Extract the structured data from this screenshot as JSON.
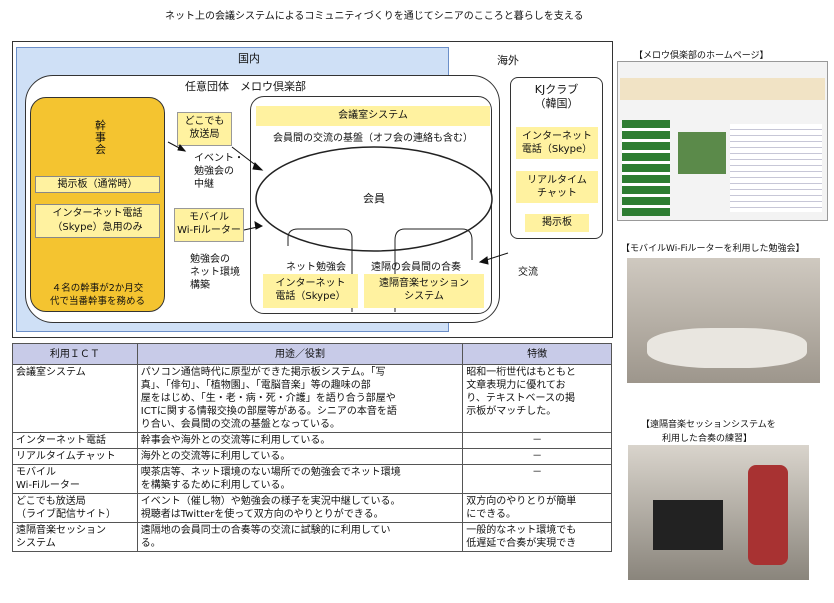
{
  "title": "ネット上の会議システムによるコミュニティづくりを通じてシニアのこころと暮らしを支える",
  "diagram": {
    "domestic": "国内",
    "overseas": "海外",
    "org_label": "任意団体　メロウ倶楽部",
    "secretariat": "幹\n事\n会",
    "secretariat_bbs": "掲示板（通常時）",
    "secretariat_phone_l1": "インターネット電話",
    "secretariat_phone_l2": "（Skype）急用のみ",
    "secretariat_note_l1": "４名の幹事が2か月交",
    "secretariat_note_l2": "代で当番幹事を務める",
    "broadcast_l1": "どこでも",
    "broadcast_l2": "放送局",
    "event_l1": "イベント・",
    "event_l2": "勉強会の",
    "event_l3": "中継",
    "wifi_l1": "モバイル",
    "wifi_l2": "Wi-Fiルーター",
    "study_env_l1": "勉強会の",
    "study_env_l2": "ネット環境",
    "study_env_l3": "構築",
    "meeting_system": "会議室システム",
    "foundation": "会員間の交流の基盤（オフ会の連絡も含む）",
    "members": "会員",
    "net_study": "ネット勉強会",
    "net_study_phone_l1": "インターネット",
    "net_study_phone_l2": "電話（Skype）",
    "remote_music": "遠隔の会員間の合奏",
    "remote_music_sys_l1": "遠隔音楽セッション",
    "remote_music_sys_l2": "システム",
    "kj_l1": "KJクラブ",
    "kj_l2": "（韓国）",
    "kj_phone_l1": "インターネット",
    "kj_phone_l2": "電話（Skype）",
    "kj_chat_l1": "リアルタイム",
    "kj_chat_l2": "チャット",
    "kj_bbs": "掲示板",
    "exchange": "交流"
  },
  "table": {
    "headers": [
      "利用ＩＣＴ",
      "用途／役割",
      "特徴"
    ],
    "rows": [
      {
        "ict": [
          "会議室システム"
        ],
        "use": [
          "パソコン通信時代に原型ができた掲示板システム。「写",
          "真」、「俳句」、「植物園」、「電脳音楽」等の趣味の部",
          "屋をはじめ、「生・老・病・死・介護」を語り合う部屋や",
          "ICTに関する情報交換の部屋等がある。シニアの本音を語",
          "り合い、会員間の交流の基盤となっている。"
        ],
        "feature": [
          "昭和一桁世代はもともと",
          "文章表現力に優れてお",
          "り、テキストベースの掲",
          "示板がマッチした。"
        ]
      },
      {
        "ict": [
          "インターネット電話"
        ],
        "use": [
          "幹事会や海外との交流等に利用している。"
        ],
        "feature": [
          "－"
        ]
      },
      {
        "ict": [
          "リアルタイムチャット"
        ],
        "use": [
          "海外との交流等に利用している。"
        ],
        "feature": [
          "－"
        ]
      },
      {
        "ict": [
          "モバイル",
          "Wi-Fiルーター"
        ],
        "use": [
          "喫茶店等、ネット環境のない場所での勉強会でネット環境",
          "を構築するために利用している。"
        ],
        "feature": [
          "－"
        ]
      },
      {
        "ict": [
          "どこでも放送局",
          "（ライブ配信サイト）"
        ],
        "use": [
          "イベント（催し物）や勉強会の様子を実況中継している。",
          "視聴者はTwitterを使って双方向のやりとりができる。"
        ],
        "feature": [
          "双方向のやりとりが簡単",
          "にできる。"
        ]
      },
      {
        "ict": [
          "遠隔音楽セッション",
          "システム"
        ],
        "use": [
          "遠隔地の会員同士の合奏等の交流に試験的に利用してい",
          "る。"
        ],
        "feature": [
          "一般的なネット環境でも",
          "低遅延で合奏が実現でき"
        ]
      }
    ]
  },
  "photos": {
    "homepage_caption": "【メロウ倶楽部のホームページ】",
    "study_caption": "【モバイルWi-Fiルーターを利用した勉強会】",
    "music_caption_l1": "【遠隔音楽セッションシステムを",
    "music_caption_l2": "利用した合奏の練習】"
  },
  "colors": {
    "gold": "#f4c430",
    "yellow": "#fff2a0",
    "blue": "#cfe0f6",
    "header": "#c8cbe8"
  }
}
